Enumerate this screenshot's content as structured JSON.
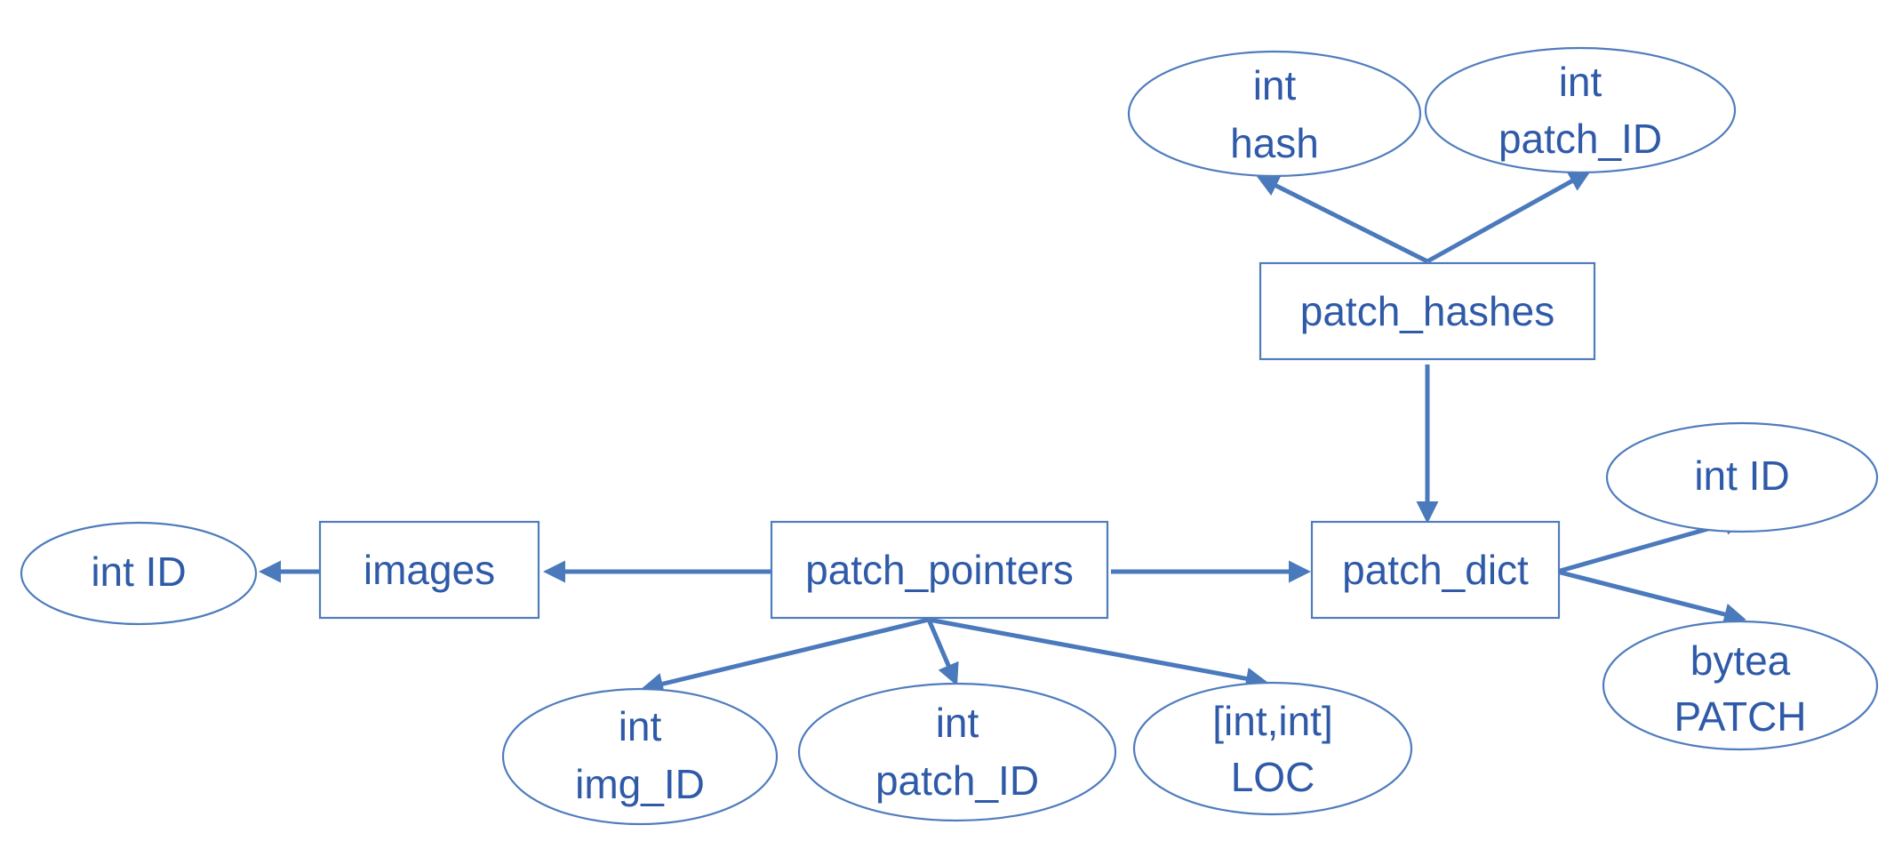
{
  "entities": {
    "images": "images",
    "patch_pointers": "patch_pointers",
    "patch_dict": "patch_dict",
    "patch_hashes": "patch_hashes"
  },
  "attributes": {
    "images_id": [
      "int ID"
    ],
    "hashes_hash": [
      "int",
      "hash"
    ],
    "hashes_patch_id": [
      "int",
      "patch_ID"
    ],
    "dict_id": [
      "int ID"
    ],
    "dict_patch": [
      "bytea",
      "PATCH"
    ],
    "pointers_img_id": [
      "int",
      "img_ID"
    ],
    "pointers_patch_id": [
      "int",
      "patch_ID"
    ],
    "pointers_loc": [
      "[int,int]",
      "LOC"
    ]
  },
  "colors": {
    "stroke": "#4f7cbd",
    "text": "#2f5aa8",
    "arrow": "#4a79bc"
  }
}
